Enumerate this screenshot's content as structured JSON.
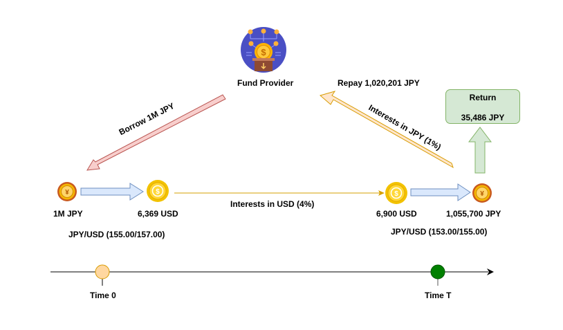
{
  "provider": {
    "label": "Fund Provider",
    "icon": "fund-provider-icon"
  },
  "borrow_arrow": {
    "label": "Borrow 1M JPY",
    "color": "#f8cecc",
    "stroke": "#b85450"
  },
  "repay": {
    "label": "Repay 1,020,201 JPY"
  },
  "interest_jpy_arrow": {
    "label": "Interests in JPY (1%)",
    "color": "#ffe6cc",
    "stroke": "#d79b00"
  },
  "return_box": {
    "title": "Return",
    "value": "35,486 JPY",
    "color": "#d5e8d4",
    "stroke": "#82b366"
  },
  "left": {
    "jpy_label": "1M JPY",
    "usd_label": "6,369 USD",
    "fx_label": "JPY/USD (155.00/157.00)"
  },
  "middle": {
    "label": "Interests in USD (4%)",
    "color": "#d6a000"
  },
  "right": {
    "usd_label": "6,900 USD",
    "jpy_label": "1,055,700 JPY",
    "fx_label": "JPY/USD (153.00/155.00)"
  },
  "timeline": {
    "start_label": "Time 0",
    "end_label": "Time T",
    "start_color": "#ffd7a0",
    "end_color": "#008000"
  }
}
